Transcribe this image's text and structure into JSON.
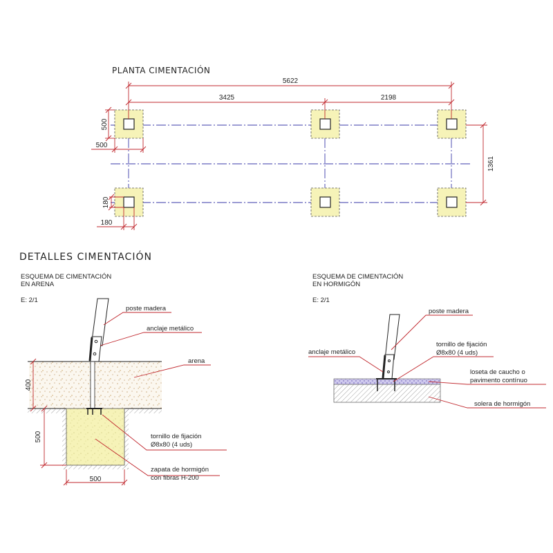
{
  "plan": {
    "title": "PLANTA CIMENTACIÓN",
    "dim_total": "5622",
    "dim_left_span": "3425",
    "dim_right_span": "2198",
    "dim_depth": "1361",
    "dim_footing_height": "500",
    "dim_footing_width": "500",
    "dim_anchor_height": "180",
    "dim_anchor_width": "180"
  },
  "details": {
    "title": "DETALLES CIMENTACIÓN",
    "sand": {
      "heading_line1": "ESQUEMA DE CIMENTACIÓN",
      "heading_line2": "EN ARENA",
      "scale": "E: 2/1",
      "label_post": "poste madera",
      "label_anchor": "anclaje metálico",
      "label_sand": "arena",
      "label_bolt_line1": "tornillo de fijación",
      "label_bolt_line2": "Ø8x80 (4 uds)",
      "label_footing_line1": "zapata de hormigón",
      "label_footing_line2": "con fibras H-200",
      "dim_sand_depth": "400",
      "dim_footing_depth": "500",
      "dim_footing_width": "500"
    },
    "concrete": {
      "heading_line1": "ESQUEMA DE CIMENTACIÓN",
      "heading_line2": "EN HORMIGÓN",
      "scale": "E: 2/1",
      "label_post": "poste madera",
      "label_anchor": "anclaje metálico",
      "label_bolt_line1": "tornillo de fijación",
      "label_bolt_line2": "Ø8x80 (4 uds)",
      "label_tile_line1": "loseta de caucho o",
      "label_tile_line2": "pavimento contínuo",
      "label_slab": "solera de hormigón"
    }
  },
  "colors": {
    "dimension": "#c0272d",
    "axis": "#3a3aa8",
    "footing_fill": "#f6f3b8",
    "rubber_tile": "#7b6fc4"
  }
}
